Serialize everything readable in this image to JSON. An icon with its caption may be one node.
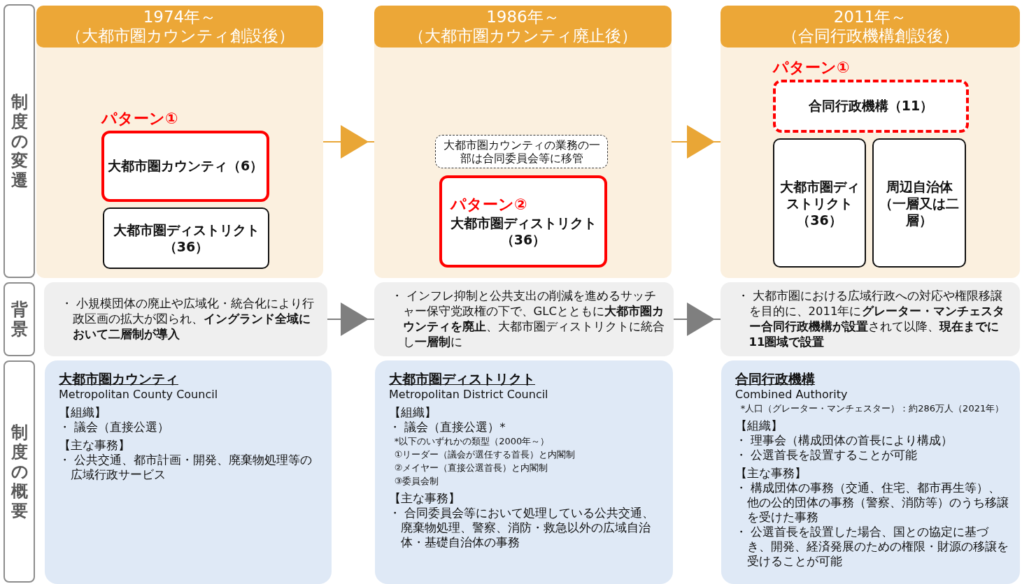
{
  "diagram": {
    "nodes": [
      {
        "text": [
          "制度の変遷"
        ]
      },
      {
        "text": [
          "1974年～",
          "（大都市圏カウンティ創設後）"
        ]
      },
      {
        "text": [
          "パターン①",
          "大都市圏カウンティ（6）"
        ],
        "in": 1
      },
      {
        "text": [
          "大都市圏ディストリクト（36）"
        ],
        "in": 1
      },
      {
        "text": [
          "1986年～",
          "（大都市圏カウンティ廃止後）"
        ]
      },
      {
        "text": [
          "大都市圏カウンティの業務の一部は合同委員会等に移管"
        ],
        "in": 4
      },
      {
        "text": [
          "パターン②",
          "大都市圏ディストリクト（36）"
        ],
        "in": 4
      },
      {
        "text": [
          "2011年～",
          "（合同行政機構創設後）"
        ]
      },
      {
        "text": [
          "パターン①",
          "合同行政機構（11）"
        ],
        "in": 7
      },
      {
        "text": [
          "大都市圏ディストリクト（36）"
        ],
        "in": 7
      },
      {
        "text": [
          "周辺自治体（一層又は二層）"
        ],
        "in": 7
      },
      {
        "text": [
          "背景"
        ]
      },
      {
        "text": [
          "・ 小規模団体の廃止や広域化・統合化により行政区画の拡大が図られ、**イングランド全域において二層制が導入**"
        ]
      },
      {
        "text": [
          "・ インフレ抑制と公共支出の削減を進めるサッチャー保守党政権の下で、GLCとともに**大都市圏カウンティを廃止**、大都市圏ディストリクトに統合し**一層制**に"
        ]
      },
      {
        "text": [
          "・ 大都市圏における広域行政への対応や権限移譲を目的に、2011年に**グレーター・マンチェスター合同行政機構が設置**されて以降、**現在までに11圏域で設置**"
        ]
      },
      {
        "text": [
          "制度の概要"
        ]
      },
      {
        "text": [
          "大都市圏カウンティ",
          "Metropolitan County Council",
          "【組織】",
          "・ 議会（直接公選）",
          "【主な事務】",
          "・ 公共交通、都市計画・開発、廃棄物処理等の広域行政サービス"
        ]
      },
      {
        "text": [
          "大都市圏ディストリクト",
          "Metropolitan District Council",
          "【組織】",
          "・ 議会（直接公選）*",
          "*以下のいずれかの類型（2000年～）",
          "①リーダー（議会が選任する首長）と内閣制",
          "②メイヤー（直接公選首長）と内閣制",
          "③委員会制",
          "【主な事務】",
          "・ 合同委員会等において処理している公共交通、廃棄物処理、警察、消防・救急以外の広域自治体・基礎自治体の事務"
        ]
      },
      {
        "text": [
          "合同行政機構",
          "Combined Authority",
          "*人口（グレーター・マンチェスター）：約286万人（2021年）",
          "【組織】",
          "・ 理事会（構成団体の首長により構成）",
          "・ 公選首長を設置することが可能",
          "【主な事務】",
          "・ 構成団体の事務（交通、住宅、都市再生等）、他の公的団体の事務（警察、消防等）のうち移譲を受けた事務",
          "・ 公選首長を設置した場合、国との協定に基づき、開発、経済発展のための権限・財源の移譲を受けることが可能"
        ]
      }
    ],
    "edges": [
      {
        "from": 1,
        "to": 4,
        "arrow": "to",
        "color": "#e9a636"
      },
      {
        "from": 4,
        "to": 7,
        "arrow": "to",
        "color": "#e9a636"
      },
      {
        "from": 12,
        "to": 13,
        "arrow": "to",
        "color": "#7f7f7f"
      },
      {
        "from": 13,
        "to": 14,
        "arrow": "to",
        "color": "#7f7f7f"
      }
    ]
  }
}
